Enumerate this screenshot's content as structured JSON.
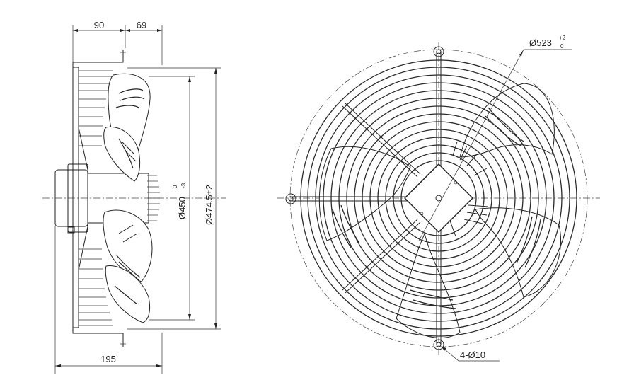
{
  "side_view": {
    "dim_top_left": "90",
    "dim_top_right": "69",
    "dim_bottom": "195",
    "dim_inner_diameter_main": "Ø450",
    "dim_inner_diameter_tol_upper": "0",
    "dim_inner_diameter_tol_lower": "-3",
    "dim_outer_diameter": "Ø474.5±2"
  },
  "front_view": {
    "dim_guard_diameter_main": "Ø523",
    "dim_guard_tol_upper": "+2",
    "dim_guard_tol_lower": "0",
    "dim_mounting_holes": "4-Ø10"
  }
}
